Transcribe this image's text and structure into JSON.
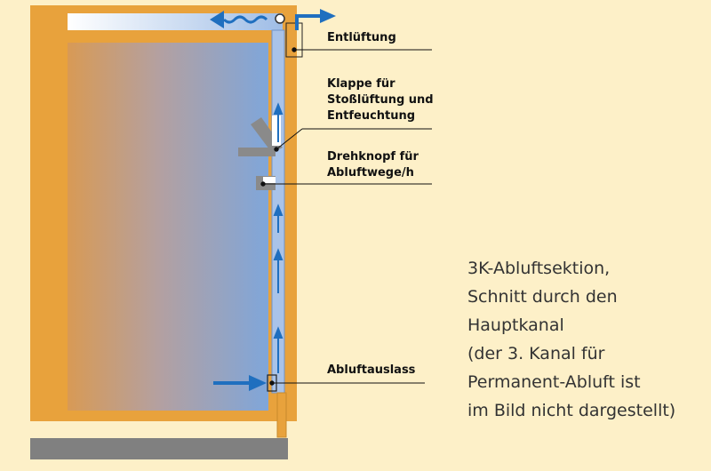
{
  "labels": {
    "entlueftung": "Entlüftung",
    "klappe": [
      "Klappe für",
      "Stoßlüftung und",
      "Entfeuchtung"
    ],
    "drehknopf": [
      "Drehknopf für",
      "Abluftwege/h"
    ],
    "abluftauslass": "Abluftauslass"
  },
  "caption": [
    "3K-Abluftsektion,",
    "Schnitt durch den",
    "Hauptkanal",
    "(der 3. Kanal für",
    "Permanent-Abluft ist",
    "im Bild nicht dargestellt)"
  ],
  "colors": {
    "background": "#fdf0c8",
    "frame": "#e8a23c",
    "panel_inner": "#d9a05a",
    "panel_blue": "#7aa0d4",
    "channel": "#a9c3e8",
    "arrow": "#1f6fbf",
    "grey": "#8a8a8a",
    "floor": "#808080"
  }
}
